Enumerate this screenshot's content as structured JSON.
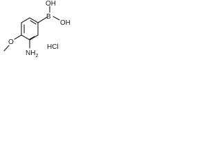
{
  "structure": {
    "boron": "B",
    "hydroxyl_1": "OH",
    "hydroxyl_2": "OH",
    "amino": "NH",
    "amino_subscript": "2",
    "methoxy_oxygen": "O",
    "salt": "HCl"
  },
  "colors": {
    "ink": "#1a1a1a",
    "background": "#ffffff"
  }
}
